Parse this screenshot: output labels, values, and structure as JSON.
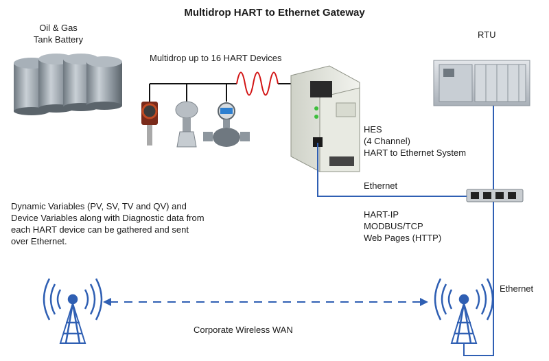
{
  "title": "Multidrop HART to Ethernet Gateway",
  "tank_label": [
    "Oil & Gas",
    "Tank Battery"
  ],
  "multidrop_label": "Multidrop up to 16 HART Devices",
  "rtu_label": "RTU",
  "hes_label": [
    "HES",
    "(4 Channel)",
    "HART to Ethernet System"
  ],
  "ethernet_label_1": "Ethernet",
  "protocols": [
    "HART-IP",
    "MODBUS/TCP",
    "Web Pages (HTTP)"
  ],
  "description": [
    "Dynamic Variables (PV, SV, TV and QV) and",
    "Device Variables along with Diagnostic data from",
    "each HART device can be gathered and sent",
    "over Ethernet."
  ],
  "ethernet_label_2": "Ethernet",
  "wan_label": "Corporate Wireless WAN",
  "colors": {
    "link": "#2f5fb3",
    "hart_wave": "#d21414",
    "cable": "#111111"
  }
}
